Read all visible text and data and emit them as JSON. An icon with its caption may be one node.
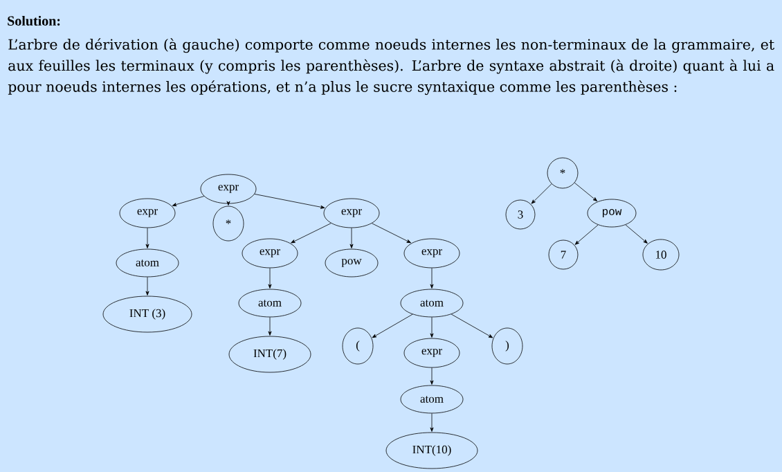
{
  "diagram": {
    "title": "Solution:",
    "nodes": [
      {
        "text": [
          "expr"
        ]
      },
      {
        "text": [
          "expr"
        ]
      },
      {
        "text": [
          "*"
        ]
      },
      {
        "text": [
          "expr"
        ]
      },
      {
        "text": [
          "atom"
        ]
      },
      {
        "text": [
          "expr"
        ]
      },
      {
        "text": [
          "pow"
        ]
      },
      {
        "text": [
          "expr"
        ]
      },
      {
        "text": [
          "INT (3)"
        ]
      },
      {
        "text": [
          "atom"
        ]
      },
      {
        "text": [
          "atom"
        ]
      },
      {
        "text": [
          "INT(7)"
        ]
      },
      {
        "text": [
          "("
        ]
      },
      {
        "text": [
          "expr"
        ]
      },
      {
        "text": [
          ")"
        ]
      },
      {
        "text": [
          "atom"
        ]
      },
      {
        "text": [
          "INT(10)"
        ]
      },
      {
        "text": [
          "*"
        ]
      },
      {
        "text": [
          "3"
        ]
      },
      {
        "text": [
          "pow"
        ]
      },
      {
        "text": [
          "7"
        ]
      },
      {
        "text": [
          "10"
        ]
      }
    ],
    "edges": [
      {
        "from": 0,
        "to": 1,
        "arrow": "to"
      },
      {
        "from": 0,
        "to": 2,
        "arrow": "to"
      },
      {
        "from": 0,
        "to": 3,
        "arrow": "to"
      },
      {
        "from": 1,
        "to": 4,
        "arrow": "to"
      },
      {
        "from": 3,
        "to": 5,
        "arrow": "to"
      },
      {
        "from": 3,
        "to": 6,
        "arrow": "to"
      },
      {
        "from": 3,
        "to": 7,
        "arrow": "to"
      },
      {
        "from": 4,
        "to": 8,
        "arrow": "to"
      },
      {
        "from": 5,
        "to": 9,
        "arrow": "to"
      },
      {
        "from": 7,
        "to": 10,
        "arrow": "to"
      },
      {
        "from": 9,
        "to": 11,
        "arrow": "to"
      },
      {
        "from": 10,
        "to": 12,
        "arrow": "to"
      },
      {
        "from": 10,
        "to": 13,
        "arrow": "to"
      },
      {
        "from": 10,
        "to": 14,
        "arrow": "to"
      },
      {
        "from": 13,
        "to": 15,
        "arrow": "to"
      },
      {
        "from": 15,
        "to": 16,
        "arrow": "to"
      },
      {
        "from": 17,
        "to": 18,
        "arrow": "to"
      },
      {
        "from": 17,
        "to": 19,
        "arrow": "to"
      },
      {
        "from": 19,
        "to": 20,
        "arrow": "to"
      },
      {
        "from": 19,
        "to": 21,
        "arrow": "to"
      }
    ],
    "labels": [
      "L’arbre de dérivation (à gauche) comporte comme noeuds internes les non-terminaux de la grammaire, et aux feuilles les terminaux (y compris les parenthèses). L’arbre de syntaxe abstrait (à droite) quant à lui a pour noeuds internes les opérations, et n’a plus le sucre syntaxique comme les parenthèses :"
    ]
  }
}
